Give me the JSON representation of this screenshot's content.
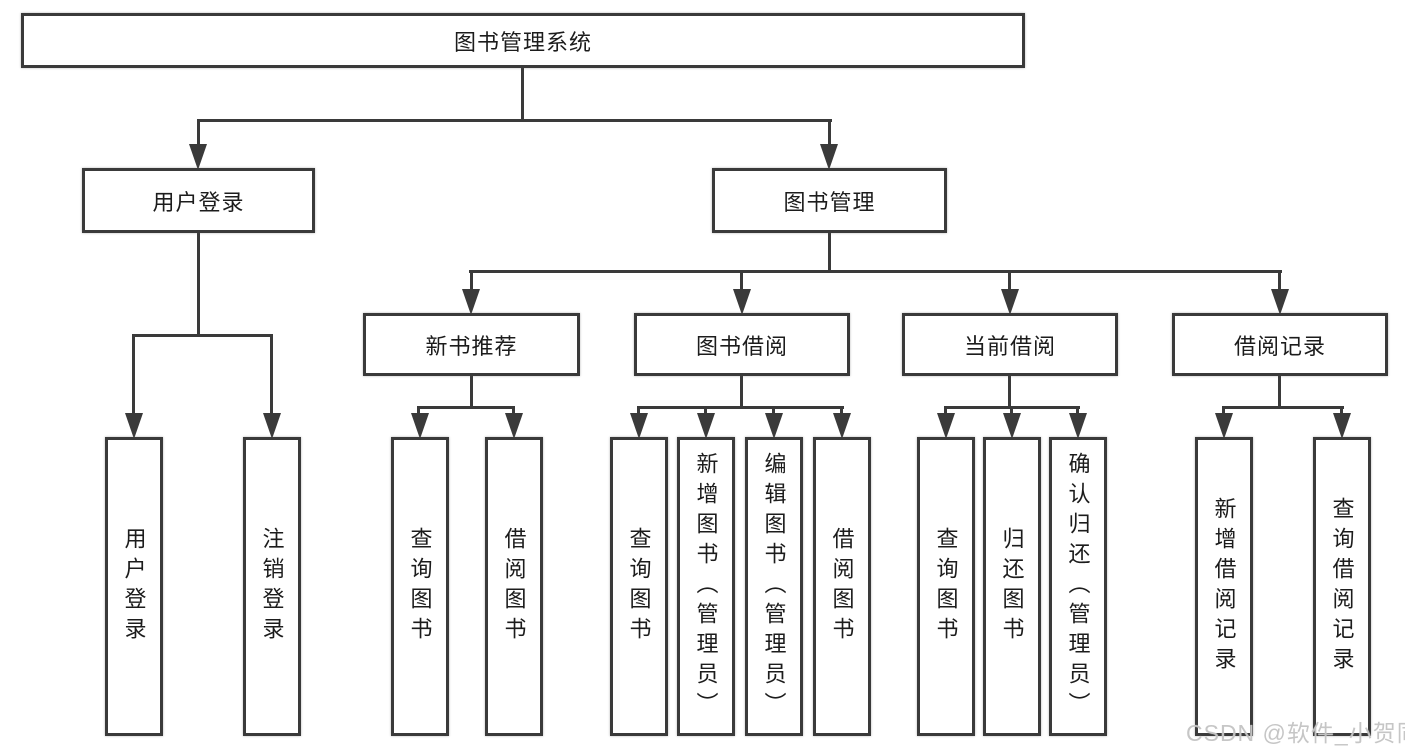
{
  "root": {
    "label": "图书管理系统"
  },
  "branches": [
    {
      "label": "用户登录",
      "children": [
        "用户登录",
        "注销登录"
      ]
    },
    {
      "label": "图书管理",
      "modules": [
        {
          "label": "新书推荐",
          "children": [
            "查询图书",
            "借阅图书"
          ]
        },
        {
          "label": "图书借阅",
          "children": [
            "查询图书",
            "新增图书（管理员）",
            "编辑图书（管理员）",
            "借阅图书"
          ]
        },
        {
          "label": "当前借阅",
          "children": [
            "查询图书",
            "归还图书",
            "确认归还（管理员）"
          ]
        },
        {
          "label": "借阅记录",
          "children": [
            "新增借阅记录",
            "查询借阅记录"
          ]
        }
      ]
    }
  ],
  "watermark": "CSDN @软件_小贺同学",
  "colors": {
    "line": "#3a3a3a",
    "text": "#1c1c1c",
    "background": "#ffffff"
  }
}
